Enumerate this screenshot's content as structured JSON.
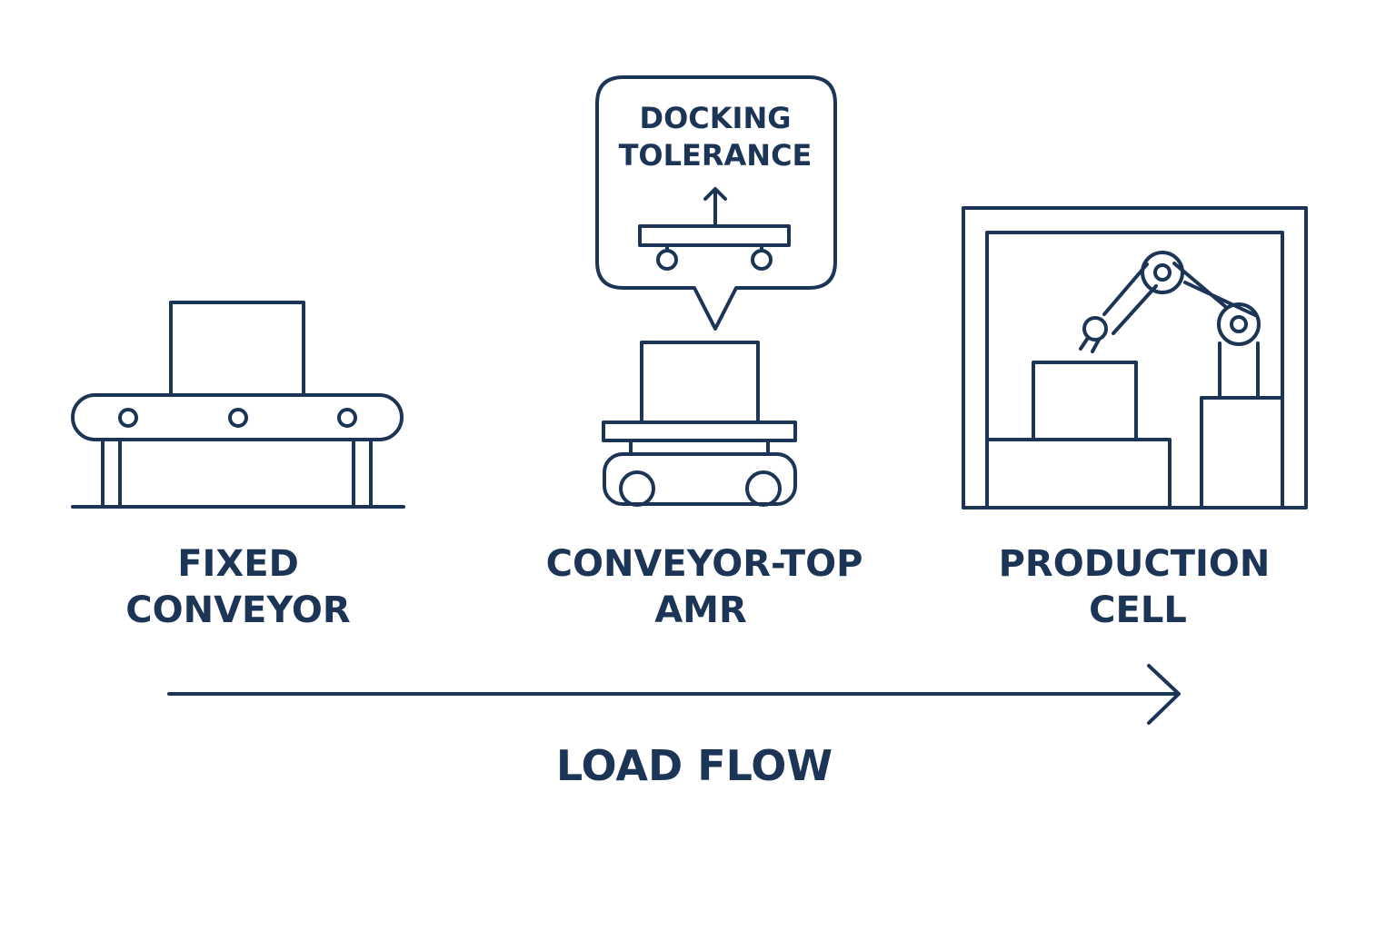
{
  "diagram": {
    "colors": {
      "ink": "#1c3556",
      "background": "#ffffff"
    },
    "stages": {
      "fixed_conveyor": {
        "icon": "belt-conveyor-icon",
        "label_line1": "FIXED",
        "label_line2": "CONVEYOR"
      },
      "conveyor_top_amr": {
        "icon": "conveyor-top-amr-icon",
        "label_line1": "CONVEYOR-TOP",
        "label_line2": "AMR",
        "callout": {
          "icon": "docking-tolerance-icon",
          "label_line1": "DOCKING",
          "label_line2": "TOLERANCE"
        }
      },
      "production_cell": {
        "icon": "robot-arm-cell-icon",
        "label_line1": "PRODUCTION",
        "label_line2": "CELL"
      }
    },
    "flow": {
      "icon": "right-arrow-icon",
      "label": "LOAD FLOW"
    }
  }
}
